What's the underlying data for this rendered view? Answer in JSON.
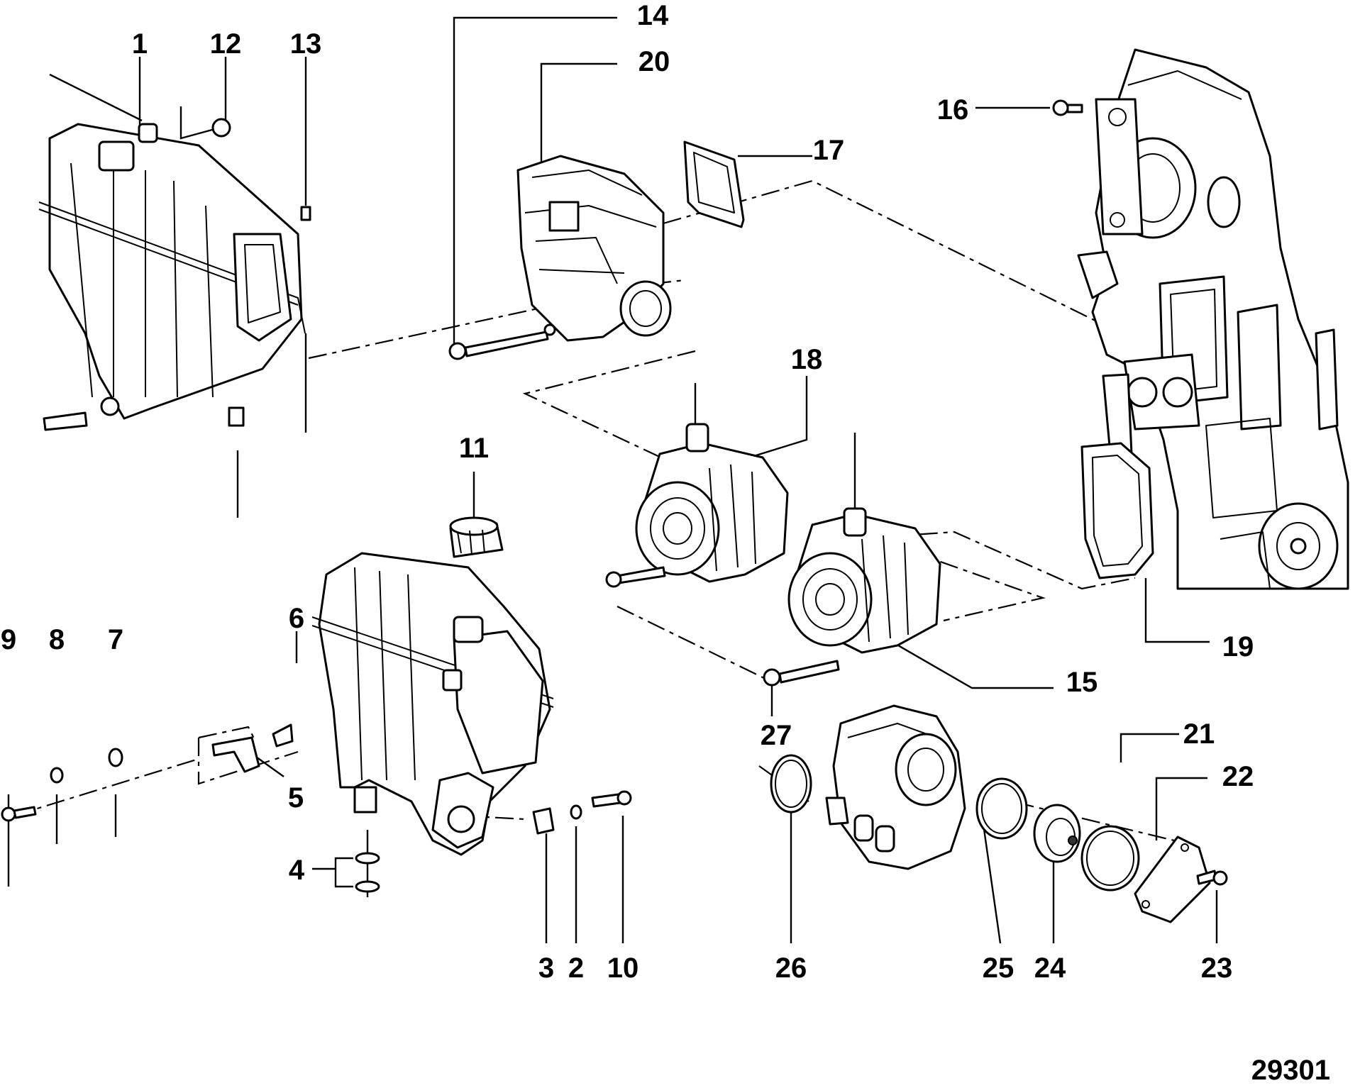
{
  "figure_number": "29301",
  "callouts": {
    "c1": "1",
    "c2": "2",
    "c3": "3",
    "c4": "4",
    "c5": "5",
    "c6": "6",
    "c7": "7",
    "c8": "8",
    "c9": "9",
    "c10": "10",
    "c11": "11",
    "c12": "12",
    "c13": "13",
    "c14": "14",
    "c15": "15",
    "c16": "16",
    "c17": "17",
    "c18": "18",
    "c19": "19",
    "c20": "20",
    "c21": "21",
    "c22": "22",
    "c23": "23",
    "c24": "24",
    "c25": "25",
    "c26": "26",
    "c27": "27"
  }
}
